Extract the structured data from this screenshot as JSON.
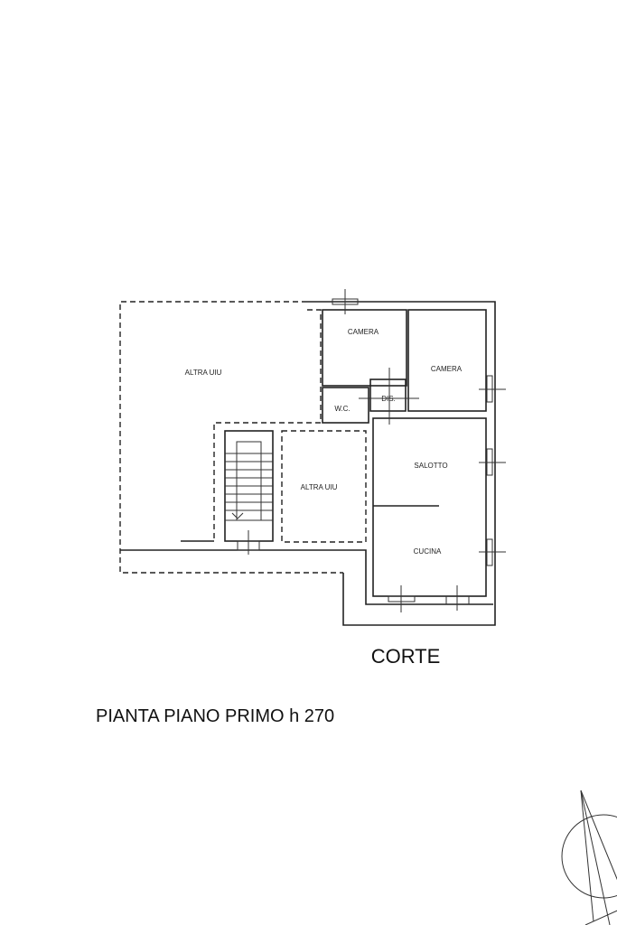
{
  "rooms": {
    "altra_uiu_1": "ALTRA UIU",
    "camera_1": "CAMERA",
    "camera_2": "CAMERA",
    "wc": "W.C.",
    "dis": "DIS.",
    "salotto": "SALOTTO",
    "altra_uiu_2": "ALTRA UIU",
    "cucina": "CUCINA"
  },
  "corte_label": "CORTE",
  "plan_title": "PIANTA PIANO PRIMO h 270"
}
